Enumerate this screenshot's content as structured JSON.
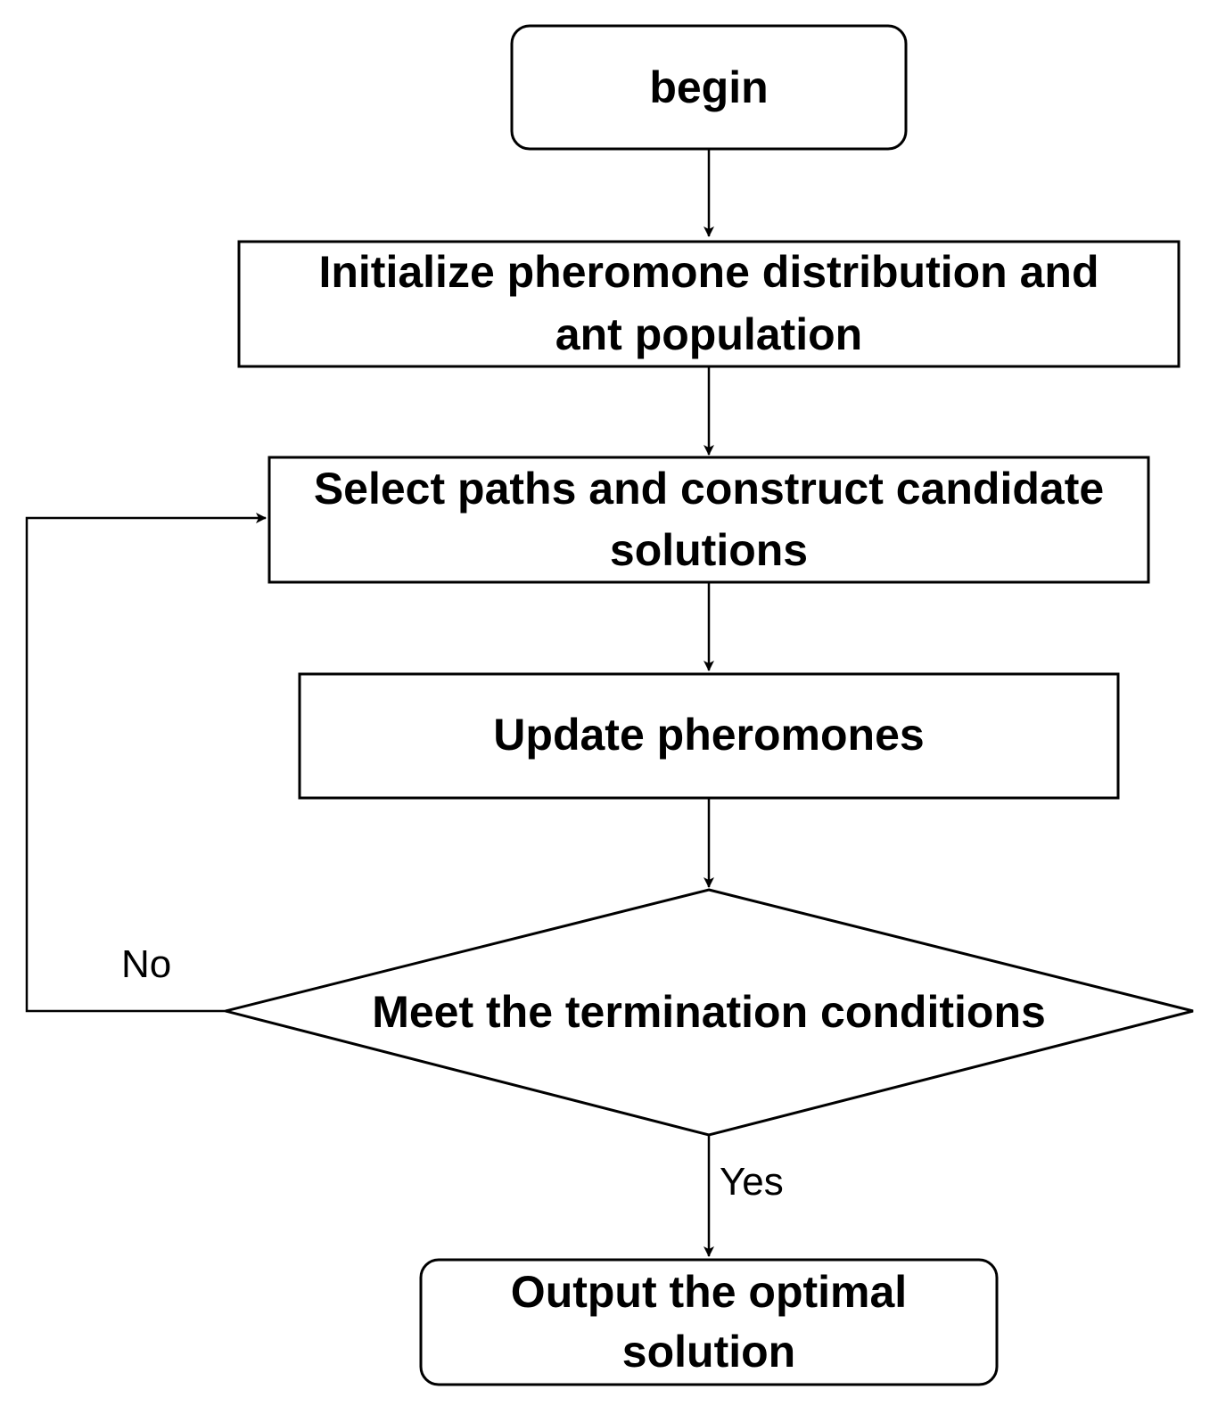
{
  "flowchart": {
    "nodes": {
      "begin": {
        "shape": "rounded-rect",
        "lines": [
          "begin"
        ]
      },
      "initialize": {
        "shape": "rect",
        "lines": [
          "Initialize pheromone distribution and",
          "ant population"
        ]
      },
      "select": {
        "shape": "rect",
        "lines": [
          "Select paths and construct candidate",
          "solutions"
        ]
      },
      "update": {
        "shape": "rect",
        "lines": [
          "Update pheromones"
        ]
      },
      "decision": {
        "shape": "diamond",
        "lines": [
          "Meet the termination conditions"
        ]
      },
      "output": {
        "shape": "rounded-rect",
        "lines": [
          "Output the optimal",
          "solution"
        ]
      }
    },
    "edges": [
      {
        "from": "begin",
        "to": "initialize",
        "label": ""
      },
      {
        "from": "initialize",
        "to": "select",
        "label": ""
      },
      {
        "from": "select",
        "to": "update",
        "label": ""
      },
      {
        "from": "update",
        "to": "decision",
        "label": ""
      },
      {
        "from": "decision",
        "to": "select",
        "label": "No"
      },
      {
        "from": "decision",
        "to": "output",
        "label": "Yes"
      }
    ],
    "colors": {
      "stroke": "#000000",
      "fill": "#ffffff",
      "text": "#000000"
    }
  }
}
